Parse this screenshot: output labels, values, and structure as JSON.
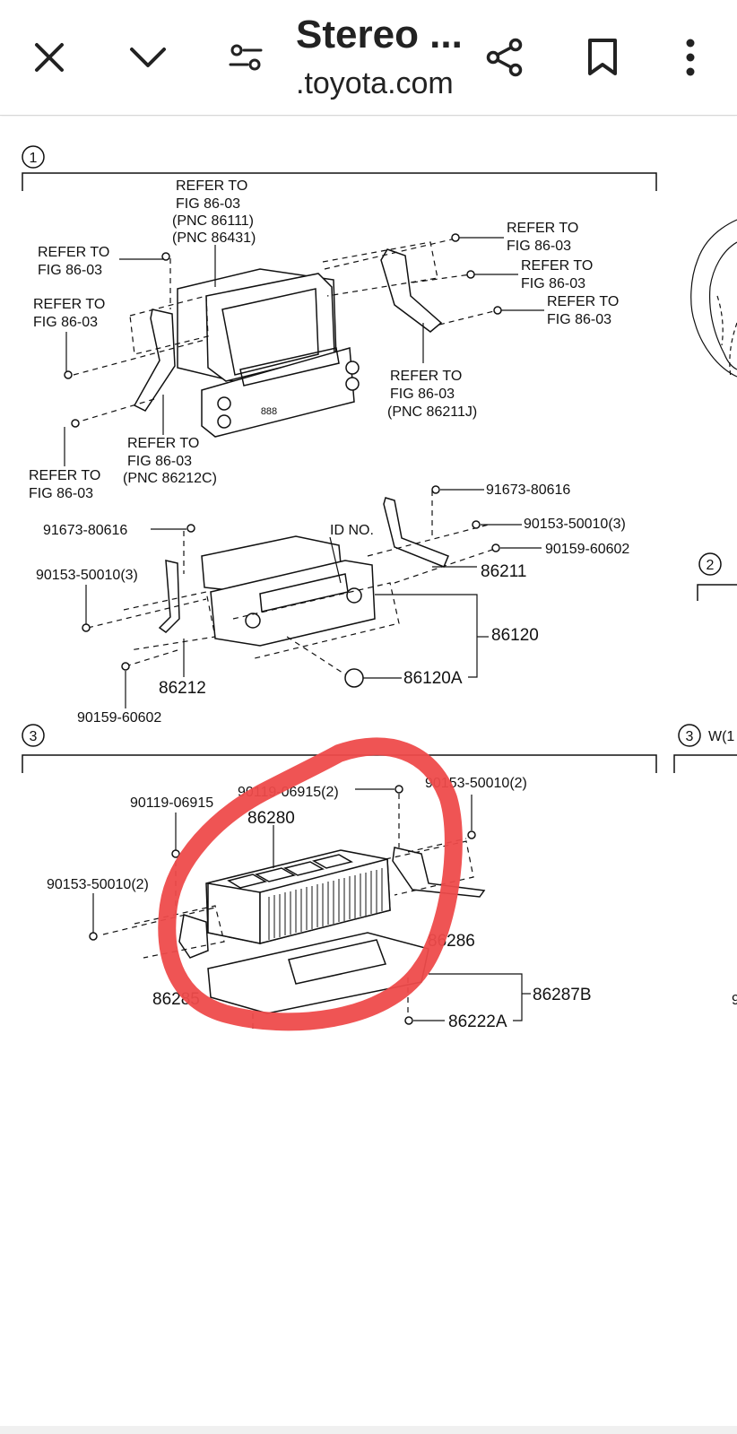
{
  "toolbar": {
    "title": "Stereo ...",
    "domain": ".toyota.com",
    "icons": [
      "close-icon",
      "chevron-down-icon",
      "tune-icon",
      "share-icon",
      "bookmark-icon",
      "more-vert-icon"
    ]
  },
  "diagram": {
    "section_markers": [
      "1",
      "2",
      "3",
      "3"
    ],
    "section_w_label": "W(1",
    "section1": {
      "refer_top": [
        "REFER TO",
        "FIG 86-03",
        "(PNC 86111)",
        "(PNC 86431)"
      ],
      "refer_right_1": [
        "REFER TO",
        "FIG 86-03"
      ],
      "refer_right_2": [
        "REFER TO",
        "FIG 86-03"
      ],
      "refer_right_3": [
        "REFER TO",
        "FIG 86-03"
      ],
      "refer_left_1": [
        "REFER TO",
        "FIG 86-03"
      ],
      "refer_left_2": [
        "REFER TO",
        "FIG 86-03"
      ],
      "refer_bottom_mid": [
        "REFER TO",
        "FIG 86-03",
        "(PNC 86212C)"
      ],
      "refer_bottom_left": [
        "REFER TO",
        "FIG 86-03"
      ],
      "refer_bottom_right": [
        "REFER TO",
        "FIG 86-03",
        "(PNC 86211J)"
      ],
      "display_text": "888"
    },
    "section2": {
      "part_91673_right": "91673-80616",
      "part_90153_right": "90153-50010(3)",
      "part_90159_right": "90159-60602",
      "part_86211": "86211",
      "part_86120": "86120",
      "part_86120A": "86120A",
      "part_91673_left": "91673-80616",
      "part_90153_left": "90153-50010(3)",
      "part_86212": "86212",
      "part_90159_left": "90159-60602",
      "id_no": "ID NO."
    },
    "section3": {
      "part_90119": "90119-06915",
      "part_90119_2": "90119-06915(2)",
      "part_90153_right": "90153-50010(2)",
      "part_86280": "86280",
      "part_90153_left": "90153-50010(2)",
      "part_86286": "86286",
      "part_86285": "86285",
      "part_86287B": "86287B",
      "part_86222A": "86222A"
    },
    "edge_char": "9"
  },
  "colors": {
    "highlight_circle": "#ee4b4b",
    "line": "#111111"
  }
}
